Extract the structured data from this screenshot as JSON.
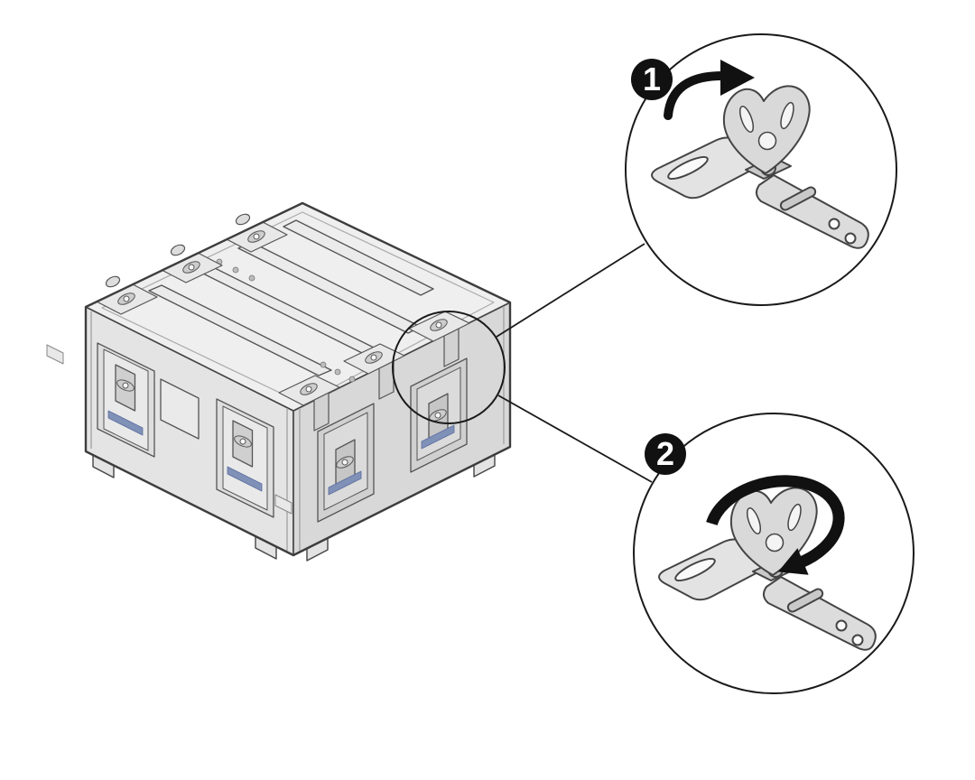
{
  "figure": {
    "background": "#ffffff",
    "line_color": "#444444",
    "accent_color": "#111111",
    "metal_light": "#ececec",
    "metal_mid": "#e2e2e2",
    "metal_dark": "#d6d6d6"
  },
  "callouts": [
    {
      "number": "1",
      "icon": "flip-latch-up-arrow"
    },
    {
      "number": "2",
      "icon": "rotate-latch-arrow"
    }
  ]
}
